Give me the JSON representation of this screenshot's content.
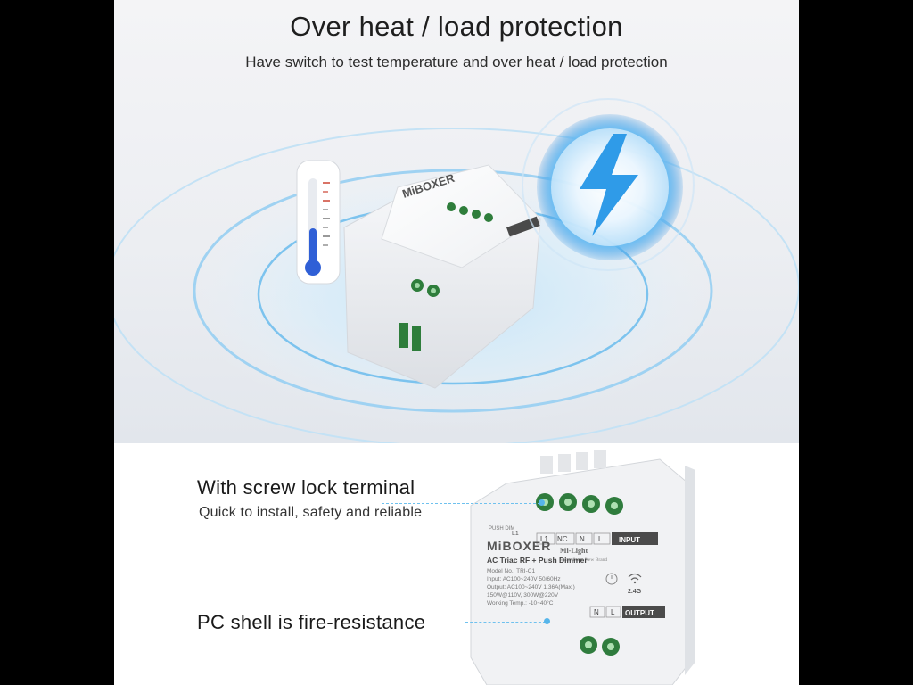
{
  "header": {
    "title": "Over heat / load protection",
    "subtitle": "Have switch to test temperature and over heat / load protection"
  },
  "device": {
    "brand": "MiBOXER",
    "sub_brand": "Mi-Light",
    "sub_brand_tagline": "Subordinate New Brand",
    "product_name": "AC Triac RF + Push Dimmer",
    "model": "Model No.: TRI-C1",
    "input_spec": "Input: AC100~240V  50/60Hz",
    "output_spec": "Output: AC100~240V  1.36A(Max.)",
    "power_spec": "150W@110V, 300W@220V",
    "working_temp": "Working Temp.: -10~40°C",
    "push_dim_label": "PUSH DIM",
    "l1_label": "L1",
    "input_terminals": [
      "L1",
      "NC",
      "N",
      "L"
    ],
    "input_label": "INPUT",
    "output_terminals": [
      "N",
      "L"
    ],
    "output_label": "OUTPUT",
    "rf_label": "2.4G",
    "icons": [
      "wifi-icon",
      "timer-icon",
      "thermometer-icon",
      "lightning-icon"
    ]
  },
  "features": [
    {
      "title": "With screw lock terminal",
      "subtitle": "Quick to install, safety and reliable"
    },
    {
      "title": "PC shell is fire-resistance"
    }
  ],
  "colors": {
    "accent": "#3aa6e6",
    "ring": "#a7d7f3",
    "thermo_fill": "#2f5fd6"
  }
}
